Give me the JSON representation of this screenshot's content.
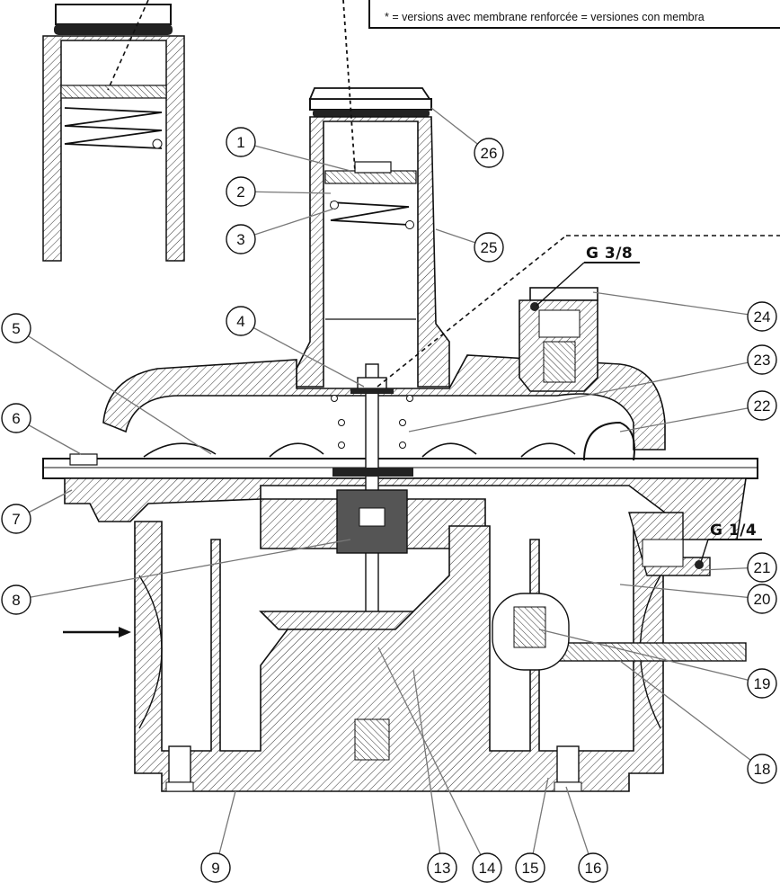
{
  "legend": {
    "text": "* = versions avec membrane renforcée = versiones con membra"
  },
  "thread_labels": {
    "top": "G 3/8",
    "side": "G 1/4"
  },
  "callouts": [
    {
      "id": "1",
      "label": "1"
    },
    {
      "id": "2",
      "label": "2"
    },
    {
      "id": "3",
      "label": "3"
    },
    {
      "id": "4",
      "label": "4"
    },
    {
      "id": "5",
      "label": "5"
    },
    {
      "id": "6",
      "label": "6"
    },
    {
      "id": "7",
      "label": "7"
    },
    {
      "id": "8",
      "label": "8"
    },
    {
      "id": "9",
      "label": "9"
    },
    {
      "id": "13",
      "label": "13"
    },
    {
      "id": "14",
      "label": "14"
    },
    {
      "id": "15",
      "label": "15"
    },
    {
      "id": "16",
      "label": "16"
    },
    {
      "id": "18",
      "label": "18"
    },
    {
      "id": "19",
      "label": "19"
    },
    {
      "id": "20",
      "label": "20"
    },
    {
      "id": "21",
      "label": "21"
    },
    {
      "id": "22",
      "label": "22"
    },
    {
      "id": "23",
      "label": "23"
    },
    {
      "id": "24",
      "label": "24"
    },
    {
      "id": "25",
      "label": "25"
    },
    {
      "id": "26",
      "label": "26"
    }
  ],
  "flow_arrow": "inlet-flow-arrow"
}
